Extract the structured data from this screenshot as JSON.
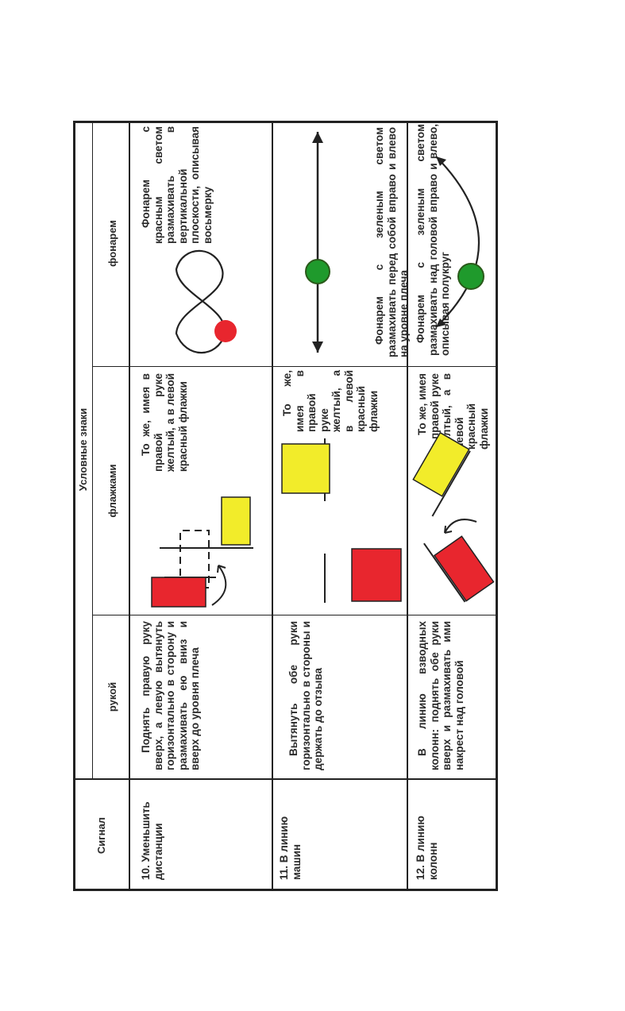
{
  "header": {
    "signal": "Сигнал",
    "conventional_signs": "Условные знаки",
    "by_hand": "рукой",
    "with_flags": "флажками",
    "with_lantern": "фонарем"
  },
  "rows": [
    {
      "signal": "10. Уменьшить дистанции",
      "hand": "Поднять правую руку вверх, а левую вытянуть горизонтально в сторону и размахивать ею вниз и вверх до уровня плеча",
      "flags": "То же, имея в правой руке желтый, а в левой красный флажки",
      "lantern": "Фонарем с красным светом размахивать в вертикальной плоскости, описывая восьмерку"
    },
    {
      "signal": "11. В линию машин",
      "hand": "Вытянуть обе руки горизонтально в стороны и держать до отзыва",
      "flags": "То же, имея в правой руке желтый, а в левой красный флажки",
      "lantern": "Фонарем с зеленым светом размахивать перед собой вправо и влево на уровне плеча"
    },
    {
      "signal": "12. В линию колонн",
      "hand": "В линию взводных колонн: поднять обе руки вверх и размахивать ими накрест над головой",
      "flags": "То же, имея в правой руке желтый, а в левой красный флажки",
      "lantern": "Фонарем с зеленым светом размахивать над головой вправо и влево, описывая полукруг"
    }
  ],
  "colors": {
    "red": "#e8262e",
    "yellow": "#f2ec2a",
    "green": "#1f9a2c",
    "ink": "#222222"
  }
}
